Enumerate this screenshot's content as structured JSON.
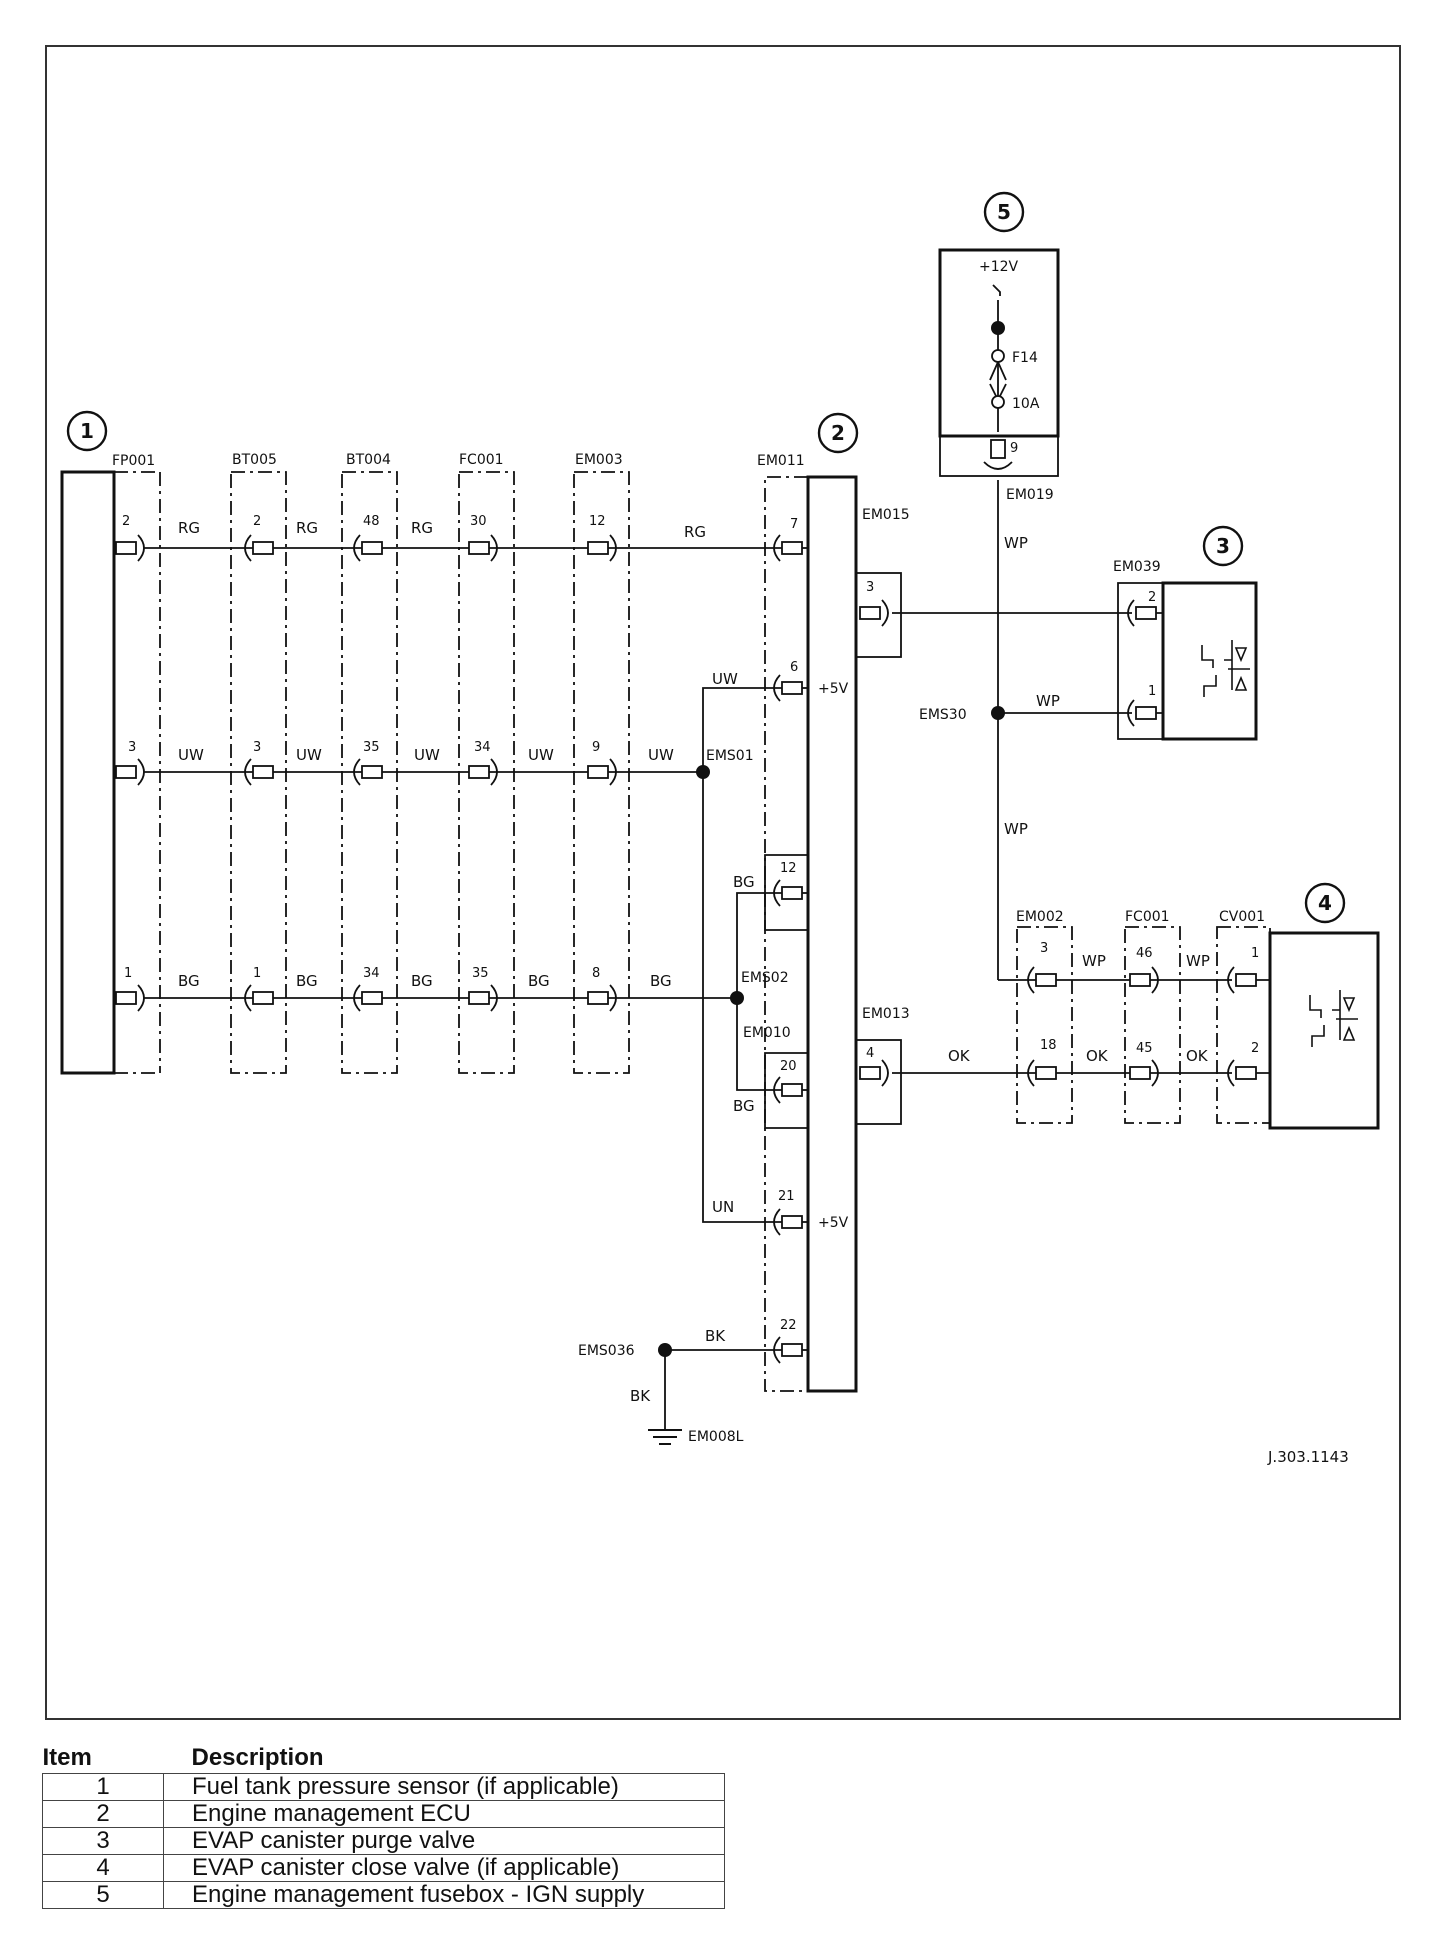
{
  "connectors": {
    "FP001": "FP001",
    "BT005": "BT005",
    "BT004": "BT004",
    "FC001_a": "FC001",
    "EM003": "EM003",
    "EM011": "EM011",
    "EM015": "EM015",
    "EM019": "EM019",
    "EM039": "EM039",
    "EM002": "EM002",
    "FC001_b": "FC001",
    "CV001": "CV001",
    "EM013": "EM013",
    "EM010": "EM010"
  },
  "splices": {
    "EMS01": "EMS01",
    "EMS02": "EMS02",
    "EMS30": "EMS30",
    "EMS036": "EMS036"
  },
  "ground": "EM008L",
  "fuse": {
    "supply": "+12V",
    "id": "F14",
    "rating": "10A"
  },
  "ecu_voltage": "+5V",
  "wires": {
    "RG": "RG",
    "UW": "UW",
    "BG": "BG",
    "UN": "UN",
    "BK": "BK",
    "WP": "WP",
    "OK": "OK"
  },
  "pins": {
    "fp001": [
      "2",
      "3",
      "1"
    ],
    "bt005": [
      "2",
      "3",
      "1"
    ],
    "bt004": [
      "48",
      "35",
      "34"
    ],
    "fc001": [
      "30",
      "34",
      "35"
    ],
    "em003": [
      "12",
      "9",
      "8"
    ],
    "ecu": [
      "7",
      "6",
      "12",
      "20",
      "21",
      "22"
    ],
    "em015": "3",
    "em019": "9",
    "em039": [
      "2",
      "1"
    ],
    "em013": "4",
    "em002": [
      "3",
      "18"
    ],
    "fc001b": [
      "46",
      "45"
    ],
    "cv001": [
      "1",
      "2"
    ]
  },
  "callouts": [
    "1",
    "2",
    "3",
    "4",
    "5"
  ],
  "reference": "J.303.1143",
  "legend": {
    "header_item": "Item",
    "header_desc": "Description",
    "rows": [
      {
        "item": "1",
        "desc": "Fuel tank pressure sensor (if applicable)"
      },
      {
        "item": "2",
        "desc": "Engine management ECU"
      },
      {
        "item": "3",
        "desc": "EVAP canister purge valve"
      },
      {
        "item": "4",
        "desc": "EVAP canister close valve (if applicable)"
      },
      {
        "item": "5",
        "desc": "Engine management fusebox - IGN supply"
      }
    ]
  }
}
